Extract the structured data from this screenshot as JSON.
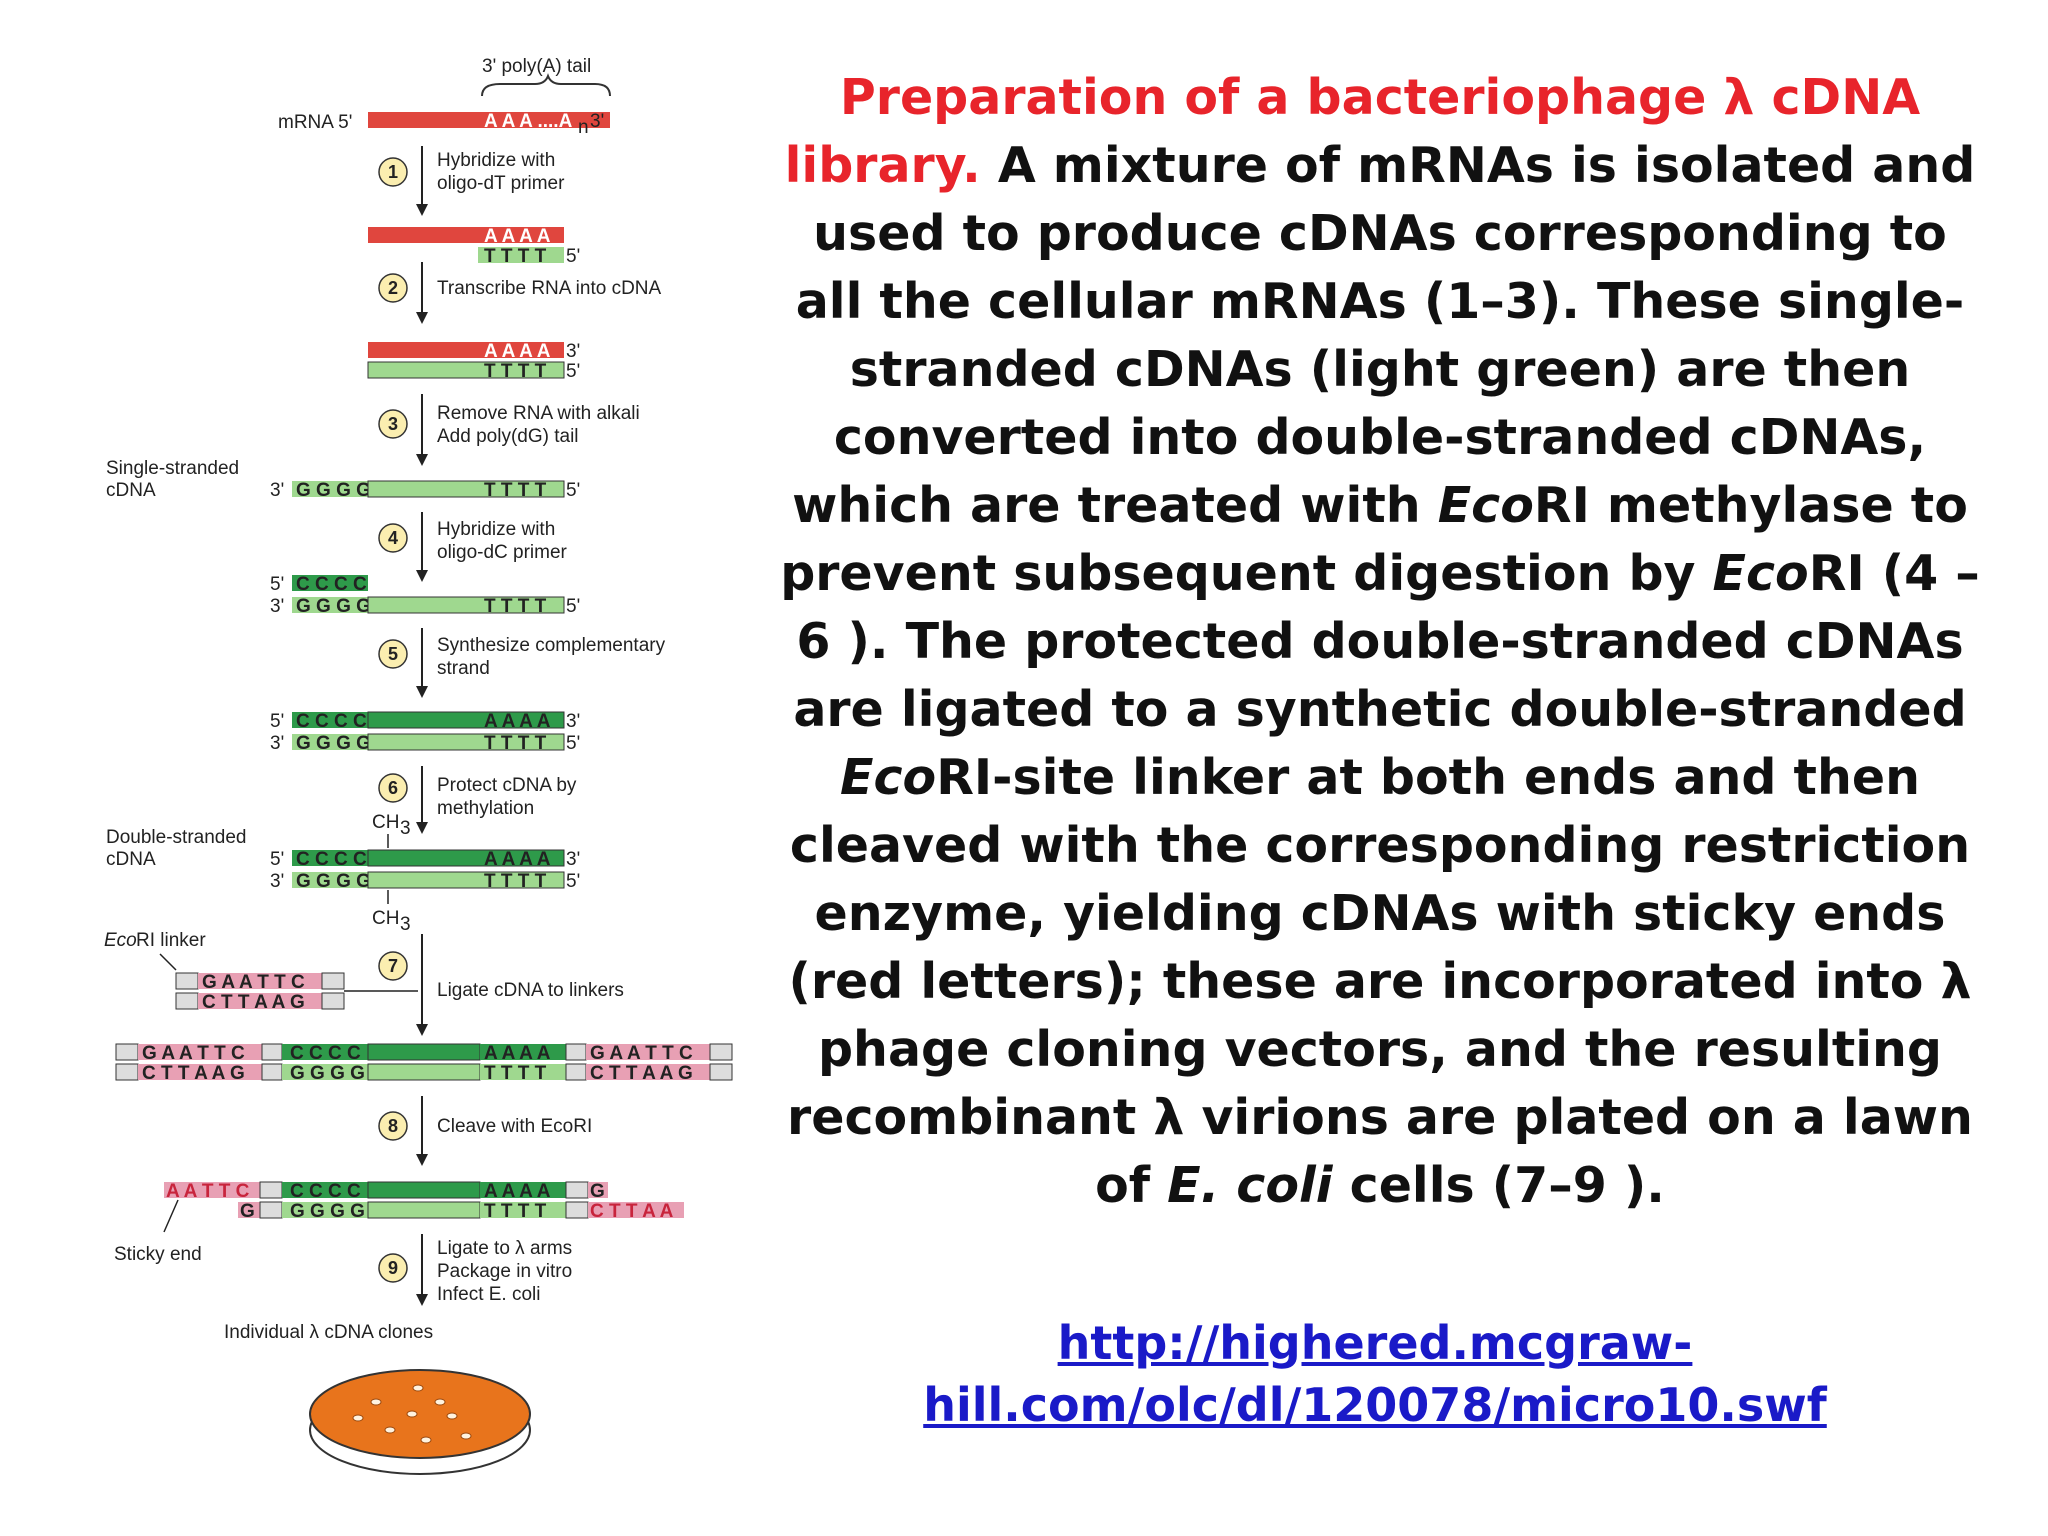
{
  "diagram": {
    "polyA_label": "3' poly(A) tail",
    "mrna_label": "mRNA 5'",
    "aaa_an": "A A A ....A",
    "an_sub": "n",
    "three_prime": "3'",
    "five_prime": "5'",
    "aaaa": "A A A A",
    "tttt": "T T T T",
    "gggg": "G G G G",
    "cccc": "C C C C",
    "single_stranded": [
      "Single-stranded",
      "cDNA"
    ],
    "double_stranded": [
      "Double-stranded",
      "cDNA"
    ],
    "ch3": "CH",
    "ch3_sub": "3",
    "ecori_linker_label": [
      "Eco",
      "RI linker"
    ],
    "linker_top": "G A A T T C",
    "linker_bot": "C T T A A G",
    "sticky_left_top": "A A T T C",
    "sticky_left_bot": "G",
    "sticky_right_top": "G",
    "sticky_right_bot": "C T T A A",
    "sticky_end_label": "Sticky end",
    "clones_label": "Individual λ cDNA clones",
    "steps": [
      {
        "n": "1",
        "lines": [
          "Hybridize with",
          "oligo-dT primer"
        ]
      },
      {
        "n": "2",
        "lines": [
          "Transcribe RNA into cDNA"
        ]
      },
      {
        "n": "3",
        "lines": [
          "Remove RNA with alkali",
          "Add poly(dG) tail"
        ]
      },
      {
        "n": "4",
        "lines": [
          "Hybridize with",
          "oligo-dC primer"
        ]
      },
      {
        "n": "5",
        "lines": [
          "Synthesize complementary",
          "strand"
        ]
      },
      {
        "n": "6",
        "lines": [
          "Protect cDNA by",
          "methylation"
        ]
      },
      {
        "n": "7",
        "lines": [
          "Ligate cDNA to linkers"
        ]
      },
      {
        "n": "8",
        "lines": [
          "Cleave with EcoRI"
        ]
      },
      {
        "n": "9",
        "lines": [
          "Ligate to λ arms",
          "Package in vitro",
          "Infect E. coli"
        ]
      }
    ],
    "colors": {
      "mrna": "#e0463e",
      "light_green": "#9fd88f",
      "dark_green": "#2e9a4a",
      "linker_pink": "#e8a0b4",
      "dish_orange": "#e8741c"
    }
  },
  "caption": {
    "title": "Preparation of a bacteriophage λ cDNA library.",
    "p1": " A mixture of mRNAs is isolated and used to produce cDNAs corresponding to all the cellular mRNAs (1–3). These single-stranded cDNAs (light green) are then converted into double-stranded cDNAs, which are treated with ",
    "eco1": "Eco",
    "p2": "RI methylase to prevent subsequent digestion by ",
    "eco2": "Eco",
    "p3": "RI (4 –6 ). The protected double-stranded cDNAs are ligated to a synthetic double-stranded ",
    "eco3": "Eco",
    "p4": "RI-site linker at both ends and then cleaved with the corresponding restriction enzyme, yielding cDNAs with sticky ends (red letters); these are incorporated into λ phage cloning vectors, and the resulting recombinant λ virions are plated on a lawn of ",
    "ecoli": "E. coli",
    "p5": " cells (7–9 )."
  },
  "link": {
    "text": "http://highered.mcgraw-hill.com/olc/dl/120078/micro10.swf"
  }
}
